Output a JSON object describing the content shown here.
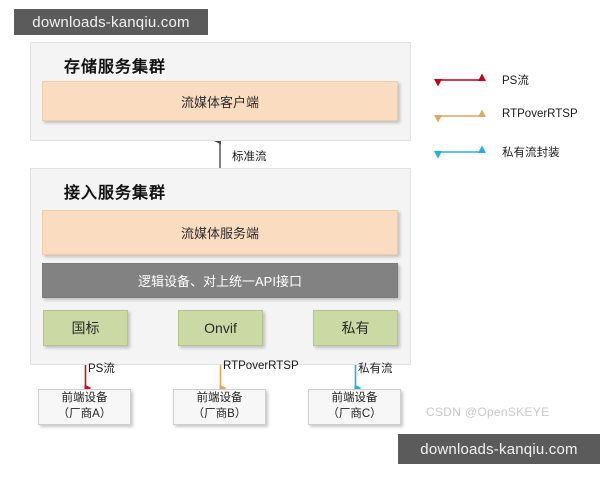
{
  "watermarks": {
    "top_banner": "downloads-kanqiu.com",
    "bottom_banner": "downloads-kanqiu.com",
    "csdn": "CSDN @OpenSKEYE"
  },
  "clusters": [
    {
      "id": "storage",
      "title": "存储服务集群",
      "boxes": [
        {
          "id": "media-client",
          "label": "流媒体客户端",
          "style": "orange"
        }
      ]
    },
    {
      "id": "access",
      "title": "接入服务集群",
      "boxes": [
        {
          "id": "media-server",
          "label": "流媒体服务端",
          "style": "orange"
        },
        {
          "id": "api",
          "label": "逻辑设备、对上统一API接口",
          "style": "grey"
        }
      ]
    }
  ],
  "protocol_boxes": [
    {
      "label": "国标",
      "color": "#cbd9a5"
    },
    {
      "label": "Onvif",
      "color": "#cbd9a5"
    },
    {
      "label": "私有",
      "color": "#cbd9a5"
    }
  ],
  "device_boxes": [
    {
      "label": "前端设备\n（厂商A）"
    },
    {
      "label": "前端设备\n（厂商B）"
    },
    {
      "label": "前端设备\n（厂商C）"
    }
  ],
  "connector_labels": {
    "standard_stream": "标准流",
    "flows": [
      "PS流",
      "RTPoverRTSP",
      "私有流"
    ]
  },
  "connector_colors": {
    "standard_stream": "#4a4a4a",
    "flows": [
      "#c8102e",
      "#e0a860",
      "#29ade4"
    ]
  },
  "legend": {
    "items": [
      {
        "label": "PS流",
        "color": "#c00020"
      },
      {
        "label": "RTPoverRTSP",
        "color": "#e0a860"
      },
      {
        "label": "私有流封装",
        "color": "#29ade4"
      }
    ]
  }
}
